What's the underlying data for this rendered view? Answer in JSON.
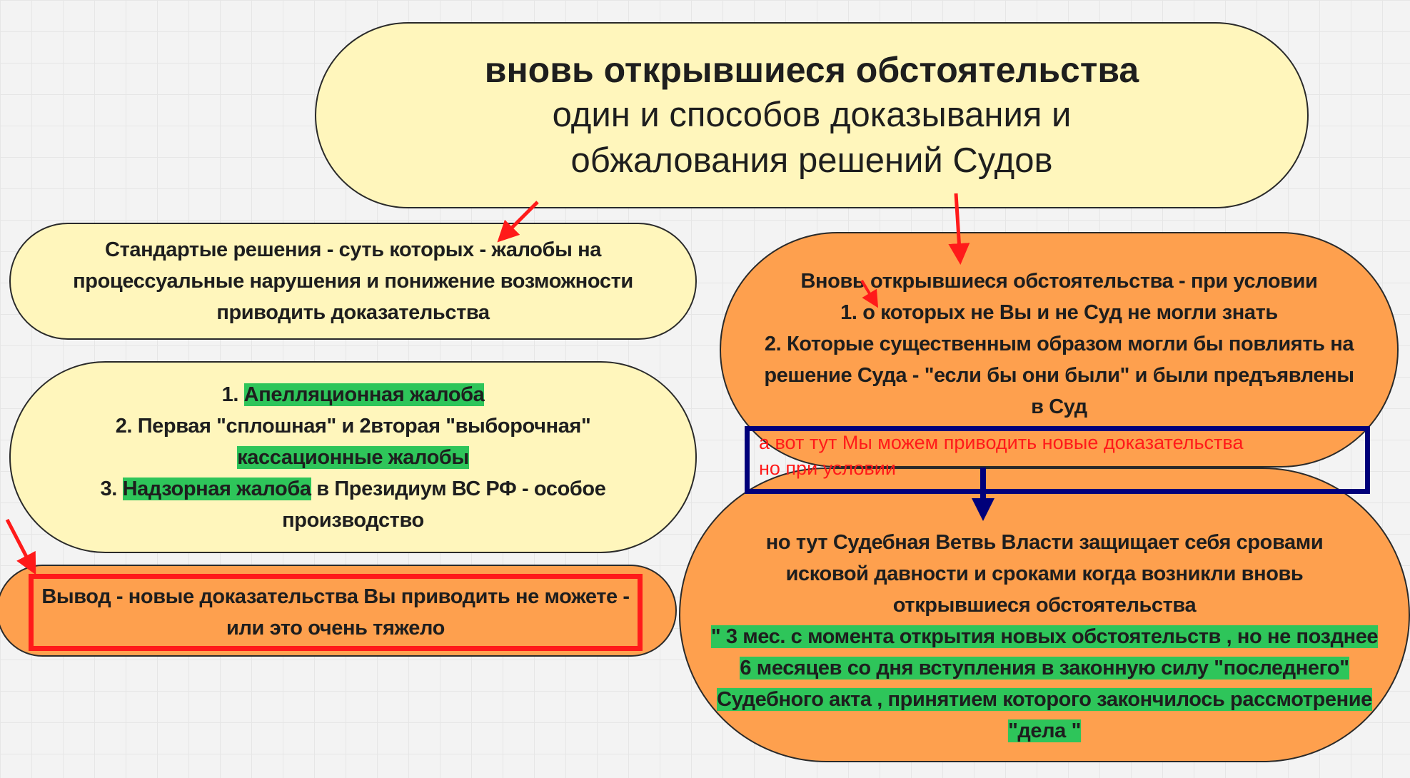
{
  "title": {
    "main": "вновь открывшиеся обстоятельства",
    "line2": "один и способов доказывания и",
    "line3": "обжалования решений Судов"
  },
  "standard_box": {
    "text": "Стандартые решения - суть которых - жалобы на процессуальные нарушения и понижение возможности приводить доказательства"
  },
  "appeals_box": {
    "item1_num": "1. ",
    "item1_hl": "Апелляционная жалоба ",
    "item2_text": "2. Первая \"сплошная\" и 2вторая \"выборочная\"",
    "item2_hl": "кассационные жалобы",
    "item3_num": "3. ",
    "item3_hl": "Надзорная жалоба",
    "item3_rest": " в Президиум ВС РФ - особое производство"
  },
  "conclusion_box": {
    "text": "Вывод - новые доказательства Вы приводить не можете - или это очень тяжело"
  },
  "conditions_box": {
    "line1": "Вновь открывшиеся обстоятельства - при условии",
    "line2": "1. о которых не Вы и не Суд не могли знать",
    "line3": "2. Которые существенным образом могли бы повлиять на решение Суда - \"если бы они были\" и были предъявлены в Суд"
  },
  "note": {
    "line1": "а вот тут Мы можем приводить новые доказательства",
    "line2": "но при условии"
  },
  "deadline_box": {
    "text": "но тут Судебная Ветвь Власти защищает себя сровами исковой давности и сроками когда возникли вновь открывшиеся обстоятельства",
    "hl": "\" 3 мес. с момента открытия новых обстоятельств , но не позднее 6 месяцев со дня вступления в законную силу \"последнего\" Судебного акта , принятием которого закончилось рассмотрение \"дела \""
  },
  "colors": {
    "yellow": "#fff6bc",
    "orange": "#fea04e",
    "highlight": "#2ec55a",
    "red": "#ff1a1a",
    "navy": "#00007a"
  }
}
